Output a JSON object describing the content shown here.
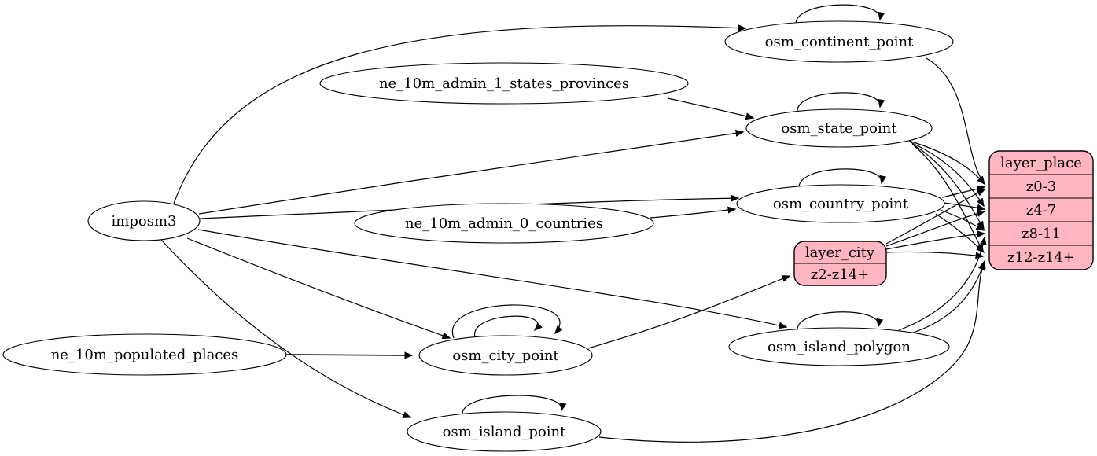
{
  "diagram": {
    "kind": "graphviz-etl-graph",
    "background": "#ffffff",
    "edge_color": "#000000",
    "table_fill": "#ffffff",
    "layer_fill": "#ffb6c1",
    "nodes": {
      "imposm3": {
        "label": "imposm3",
        "shape": "ellipse"
      },
      "ne_10m_admin_1_states_provinces": {
        "label": "ne_10m_admin_1_states_provinces",
        "shape": "ellipse"
      },
      "ne_10m_admin_0_countries": {
        "label": "ne_10m_admin_0_countries",
        "shape": "ellipse"
      },
      "ne_10m_populated_places": {
        "label": "ne_10m_populated_places",
        "shape": "ellipse"
      },
      "osm_continent_point": {
        "label": "osm_continent_point",
        "shape": "ellipse"
      },
      "osm_state_point": {
        "label": "osm_state_point",
        "shape": "ellipse"
      },
      "osm_country_point": {
        "label": "osm_country_point",
        "shape": "ellipse"
      },
      "osm_city_point": {
        "label": "osm_city_point",
        "shape": "ellipse"
      },
      "osm_island_polygon": {
        "label": "osm_island_polygon",
        "shape": "ellipse"
      },
      "osm_island_point": {
        "label": "osm_island_point",
        "shape": "ellipse"
      }
    },
    "records": {
      "layer_city": {
        "title": "layer_city",
        "rows": [
          "z2-z14+"
        ],
        "fill": "#ffb6c1"
      },
      "layer_place": {
        "title": "layer_place",
        "rows": [
          "z0-3",
          "z4-7",
          "z8-11",
          "z12-z14+"
        ],
        "fill": "#ffb6c1"
      }
    },
    "edges": [
      {
        "from": "imposm3",
        "to": "osm_continent_point"
      },
      {
        "from": "imposm3",
        "to": "osm_state_point"
      },
      {
        "from": "imposm3",
        "to": "osm_country_point"
      },
      {
        "from": "imposm3",
        "to": "osm_city_point"
      },
      {
        "from": "imposm3",
        "to": "osm_island_polygon"
      },
      {
        "from": "imposm3",
        "to": "osm_island_point"
      },
      {
        "from": "ne_10m_admin_1_states_provinces",
        "to": "osm_state_point"
      },
      {
        "from": "ne_10m_admin_0_countries",
        "to": "osm_country_point"
      },
      {
        "from": "ne_10m_populated_places",
        "to": "osm_city_point"
      },
      {
        "from": "osm_continent_point",
        "to": "osm_continent_point",
        "self": true
      },
      {
        "from": "osm_state_point",
        "to": "osm_state_point",
        "self": true
      },
      {
        "from": "osm_country_point",
        "to": "osm_country_point",
        "self": true
      },
      {
        "from": "osm_city_point",
        "to": "osm_city_point",
        "self": true
      },
      {
        "from": "osm_city_point",
        "to": "osm_city_point",
        "self": true
      },
      {
        "from": "osm_island_polygon",
        "to": "osm_island_polygon",
        "self": true
      },
      {
        "from": "osm_island_point",
        "to": "osm_island_point",
        "self": true
      },
      {
        "from": "osm_city_point",
        "to": "layer_city",
        "port": "z2-z14+"
      },
      {
        "from": "osm_continent_point",
        "to": "layer_place",
        "port": "z0-3"
      },
      {
        "from": "osm_state_point",
        "to": "layer_place",
        "port": "z0-3"
      },
      {
        "from": "osm_state_point",
        "to": "layer_place",
        "port": "z4-7"
      },
      {
        "from": "osm_state_point",
        "to": "layer_place",
        "port": "z8-11"
      },
      {
        "from": "osm_state_point",
        "to": "layer_place",
        "port": "z12-z14+"
      },
      {
        "from": "osm_country_point",
        "to": "layer_place",
        "port": "z0-3"
      },
      {
        "from": "osm_country_point",
        "to": "layer_place",
        "port": "z4-7"
      },
      {
        "from": "osm_country_point",
        "to": "layer_place",
        "port": "z8-11"
      },
      {
        "from": "osm_country_point",
        "to": "layer_place",
        "port": "z12-z14+"
      },
      {
        "from": "layer_city",
        "to": "layer_place",
        "port": "z0-3"
      },
      {
        "from": "layer_city",
        "to": "layer_place",
        "port": "z4-7"
      },
      {
        "from": "layer_city",
        "to": "layer_place",
        "port": "z8-11"
      },
      {
        "from": "layer_city",
        "to": "layer_place",
        "port": "z12-z14+"
      },
      {
        "from": "osm_island_polygon",
        "to": "layer_place",
        "port": "z8-11"
      },
      {
        "from": "osm_island_polygon",
        "to": "layer_place",
        "port": "z12-z14+"
      },
      {
        "from": "osm_island_point",
        "to": "layer_place",
        "port": "z12-z14+"
      }
    ]
  }
}
